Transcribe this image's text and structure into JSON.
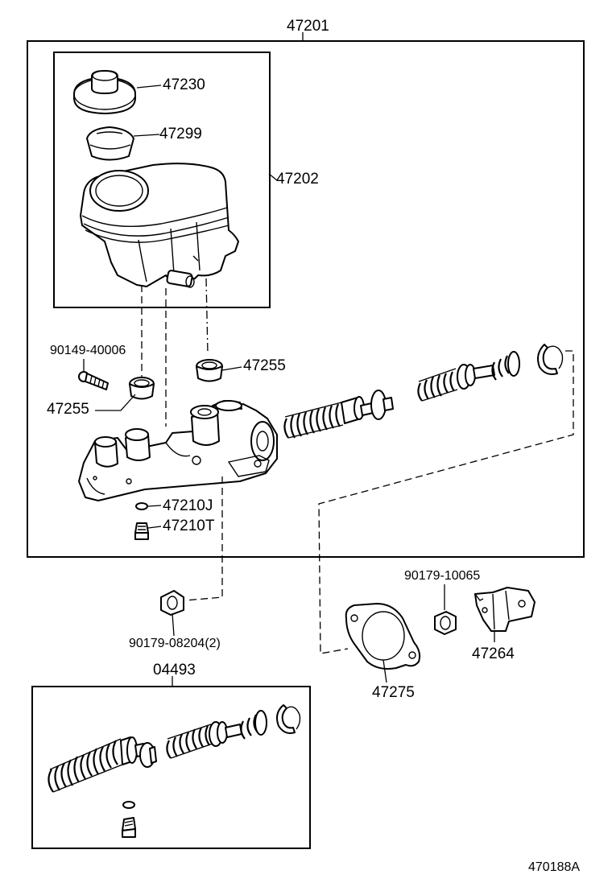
{
  "diagram": {
    "code": "470188A",
    "labels": {
      "assembly": "47201",
      "cap": "47230",
      "strainer": "47299",
      "reservoir": "47202",
      "bolt": "90149-40006",
      "grommet_left": "47255",
      "grommet_right": "47255",
      "gasket_small": "47210J",
      "plug": "47210T",
      "nut_left": "90179-08204(2)",
      "nut_right": "90179-10065",
      "gasket_plate": "47275",
      "bracket": "47264",
      "kit": "04493"
    }
  }
}
